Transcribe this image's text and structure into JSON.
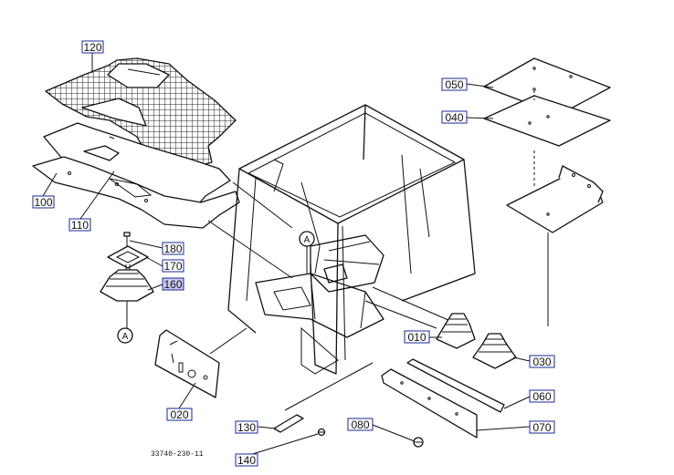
{
  "diagram": {
    "reference_code": "33740-230-11",
    "view_marker": "A",
    "highlight_color": "#c9c9f3",
    "label_border_color": "#1a2a9a",
    "parts": [
      {
        "id": "p120",
        "label": "120",
        "highlighted": false
      },
      {
        "id": "p100",
        "label": "100",
        "highlighted": false
      },
      {
        "id": "p110",
        "label": "110",
        "highlighted": false
      },
      {
        "id": "p180",
        "label": "180",
        "highlighted": false
      },
      {
        "id": "p170",
        "label": "170",
        "highlighted": false
      },
      {
        "id": "p160",
        "label": "160",
        "highlighted": true
      },
      {
        "id": "p050",
        "label": "050",
        "highlighted": false
      },
      {
        "id": "p040",
        "label": "040",
        "highlighted": false
      },
      {
        "id": "p010",
        "label": "010",
        "highlighted": false
      },
      {
        "id": "p030",
        "label": "030",
        "highlighted": false
      },
      {
        "id": "p060",
        "label": "060",
        "highlighted": false
      },
      {
        "id": "p070",
        "label": "070",
        "highlighted": false
      },
      {
        "id": "p080",
        "label": "080",
        "highlighted": false
      },
      {
        "id": "p020",
        "label": "020",
        "highlighted": false
      },
      {
        "id": "p130",
        "label": "130",
        "highlighted": false
      },
      {
        "id": "p140",
        "label": "140",
        "highlighted": false
      }
    ]
  }
}
